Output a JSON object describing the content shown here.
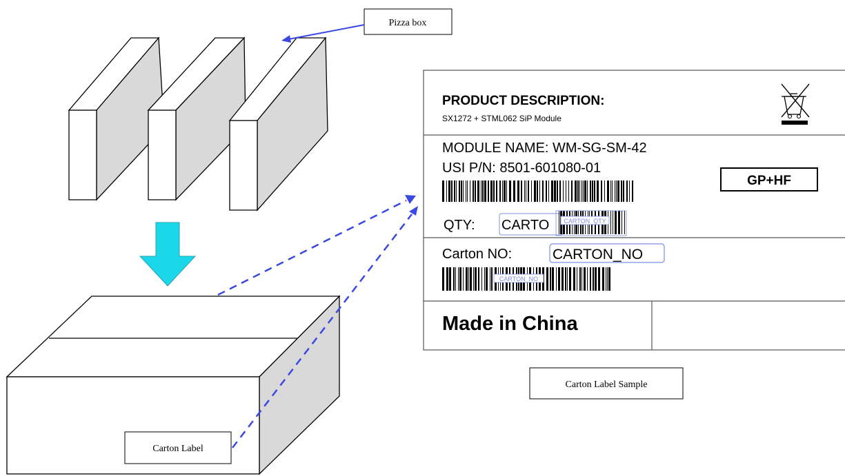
{
  "callouts": {
    "pizza_box": "Pizza box",
    "carton_label": "Carton Label",
    "carton_label_sample": "Carton Label Sample"
  },
  "label": {
    "product_description_heading": "PRODUCT DESCRIPTION:",
    "product_description_value": "SX1272 + STML062 SiP Module",
    "module_name": "MODULE NAME: WM-SG-SM-42",
    "usi_pn": "USI P/N: 8501-601080-01",
    "grade_badge": "GP+HF",
    "qty_label": "QTY:",
    "qty_value": "CARTO",
    "qty_field": "CARTON_QTY",
    "carton_no_label": "Carton NO:",
    "carton_no_value": "CARTON_NO",
    "carton_no_barcode_field": "CARTON_NO",
    "made_in": "Made in China",
    "weee_icon": "crossed-out-wheelie-bin-icon"
  },
  "colors": {
    "arrow_blue": "#3a47e0",
    "down_arrow_fill": "#1ad8ea",
    "box_side": "#d9d9d9",
    "field_border": "#7f8ee0"
  }
}
